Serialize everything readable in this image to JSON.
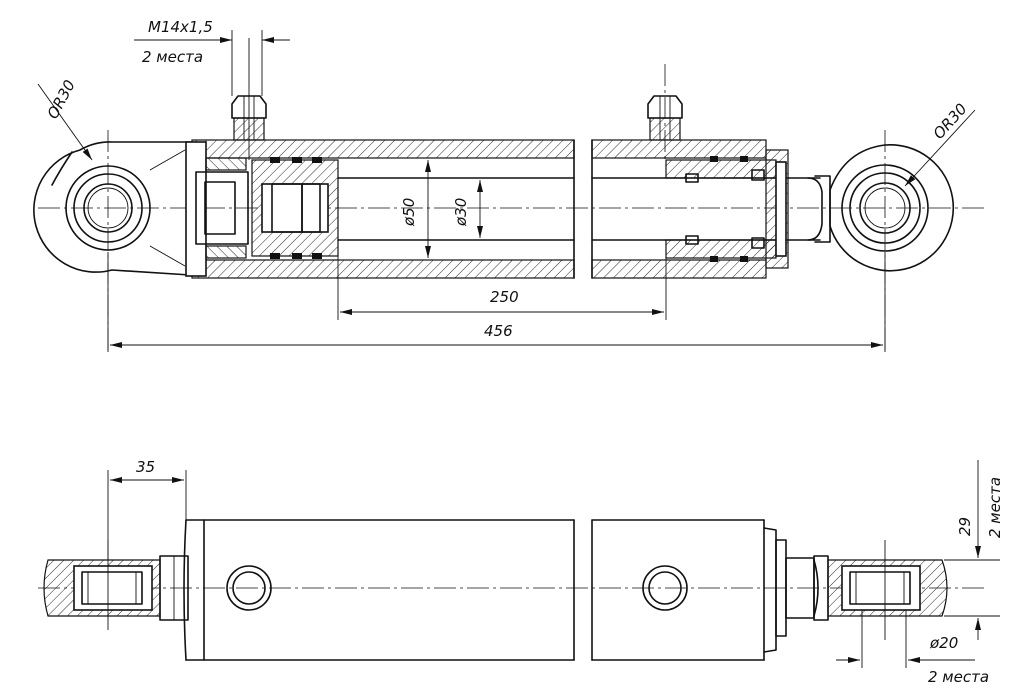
{
  "labels": {
    "thread": "M14x1,5",
    "places_top": "2 места",
    "radius_left": "OR30",
    "radius_right": "OR30",
    "dia_bore": "ø50",
    "dia_rod": "ø30",
    "stroke": "250",
    "overall": "456",
    "offset": "35",
    "width_29": "29",
    "places_right": "2 места",
    "dia_pin": "ø20",
    "places_bottom": "2 места"
  }
}
